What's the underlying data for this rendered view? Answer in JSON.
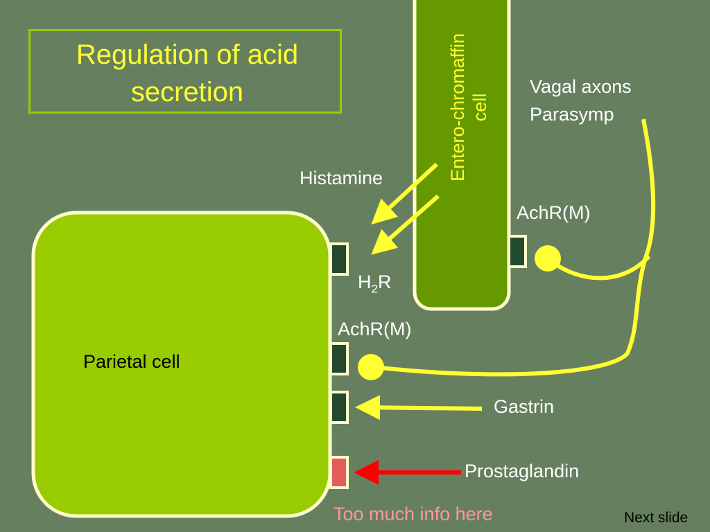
{
  "title": {
    "line1": "Regulation of acid",
    "line2": "secretion"
  },
  "colors": {
    "background": "#66805f",
    "parietal_cell_fill": "#99cc00",
    "cell_outline": "#ffffcc",
    "entero_cell_fill": "#669900",
    "receptor_dark": "#244a2e",
    "receptor_prostaglandin": "#e65c5c",
    "arrow_yellow": "#ffff33",
    "arrow_red": "#ff0000",
    "title_text": "#ffff33",
    "title_border": "#99cc00",
    "note_text": "#ff9999"
  },
  "labels": {
    "entero_chromaffin_line1": "Entero-chromaffin",
    "entero_chromaffin_line2": "cell",
    "vagal_axons": "Vagal axons",
    "parasymp": "Parasymp",
    "histamine": "Histamine",
    "achr_top": "AchR(M)",
    "h2r_main": "H",
    "h2r_sub": "2",
    "h2r_end": "R",
    "achr_mid": "AchR(M)",
    "parietal_cell": "Parietal cell",
    "gastrin": "Gastrin",
    "prostaglandin": "Prostaglandin",
    "too_much_info": "Too much info here",
    "next_slide": "Next slide"
  }
}
